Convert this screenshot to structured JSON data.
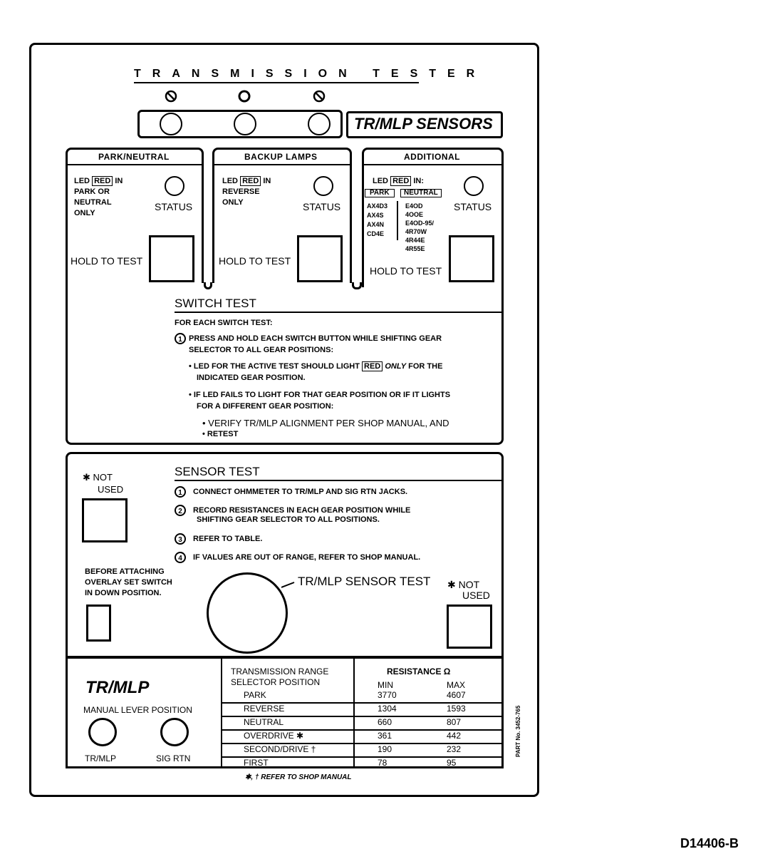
{
  "title": "TRANSMISSION TESTER",
  "sensors_label": "TR/MLP SENSORS",
  "figure_id": "D14406-B",
  "part_no": "PART No. 3452-765",
  "park_neutral": {
    "header": "PARK/NEUTRAL",
    "led_text_1": "LED",
    "led_color": "RED",
    "led_text_2": "IN",
    "lines": [
      "PARK OR",
      "NEUTRAL",
      "ONLY"
    ],
    "status": "STATUS",
    "hold": "HOLD TO TEST"
  },
  "backup_lamps": {
    "header": "BACKUP LAMPS",
    "led_text_1": "LED",
    "led_color": "RED",
    "led_text_2": "IN",
    "lines": [
      "REVERSE",
      "ONLY"
    ],
    "status": "STATUS",
    "hold": "HOLD TO TEST"
  },
  "additional": {
    "header": "ADDITIONAL",
    "led_text_1": "LED",
    "led_color": "RED",
    "led_text_2": "IN:",
    "park_label": "PARK",
    "neutral_label": "NEUTRAL",
    "park_models": [
      "AX4D3",
      "AX4S",
      "AX4N",
      "CD4E"
    ],
    "neutral_models": [
      "E4OD",
      "4OOE",
      "E4OD-95/",
      "4R70W",
      "4R44E",
      "4R55E"
    ],
    "status": "STATUS",
    "hold": "HOLD TO TEST"
  },
  "switch_test": {
    "title": "SWITCH TEST",
    "intro": "FOR EACH SWITCH TEST:",
    "step1_num": "1",
    "step1_a": "PRESS AND HOLD EACH SWITCH BUTTON WHILE SHIFTING GEAR",
    "step1_b": "SELECTOR TO ALL GEAR POSITIONS:",
    "b1_a": "• LED FOR THE ACTIVE TEST SHOULD LIGHT",
    "b1_red": "RED",
    "b1_only": "ONLY",
    "b1_b": "FOR THE",
    "b1_c": "INDICATED GEAR POSITION.",
    "b2_a": "• IF LED FAILS TO LIGHT FOR THAT GEAR POSITION OR IF IT LIGHTS",
    "b2_b": "FOR A DIFFERENT GEAR POSITION:",
    "b3": "• VERIFY TR/MLP ALIGNMENT PER SHOP MANUAL, AND",
    "b4": "• RETEST"
  },
  "sensor_test": {
    "title": "SENSOR TEST",
    "steps": [
      {
        "n": "1",
        "text": "CONNECT OHMMETER TO TR/MLP AND SIG RTN JACKS."
      },
      {
        "n": "2",
        "text": "RECORD RESISTANCES IN EACH GEAR POSITION WHILE"
      },
      {
        "n": "",
        "text": "SHIFTING GEAR SELECTOR TO ALL POSITIONS."
      },
      {
        "n": "3",
        "text": "REFER TO TABLE."
      },
      {
        "n": "4",
        "text": "IF VALUES ARE OUT OF RANGE, REFER TO SHOP MANUAL."
      }
    ],
    "not_used_left": [
      "✱ NOT",
      "USED"
    ],
    "not_used_right": [
      "✱ NOT",
      "USED"
    ],
    "before_attach": [
      "BEFORE ATTACHING",
      "OVERLAY SET SWITCH",
      "IN DOWN POSITION."
    ],
    "dial_label": "TR/MLP SENSOR TEST"
  },
  "trmlp": {
    "title": "TR/MLP",
    "manual_lever": "MANUAL LEVER POSITION",
    "jack1": "TR/MLP",
    "jack2": "SIG RTN"
  },
  "resistance_table": {
    "head1_a": "TRANSMISSION RANGE",
    "head1_b": "SELECTOR POSITION",
    "head2": "RESISTANCE Ω",
    "min": "MIN",
    "max": "MAX",
    "rows": [
      {
        "pos": "PARK",
        "min": "3770",
        "max": "4607"
      },
      {
        "pos": "REVERSE",
        "min": "1304",
        "max": "1593"
      },
      {
        "pos": "NEUTRAL",
        "min": "660",
        "max": "807"
      },
      {
        "pos": "OVERDRIVE ✱",
        "min": "361",
        "max": "442"
      },
      {
        "pos": "SECOND/DRIVE †",
        "min": "190",
        "max": "232"
      },
      {
        "pos": "FIRST",
        "min": "78",
        "max": "95"
      }
    ],
    "footnote": "✱, † REFER TO SHOP MANUAL"
  }
}
